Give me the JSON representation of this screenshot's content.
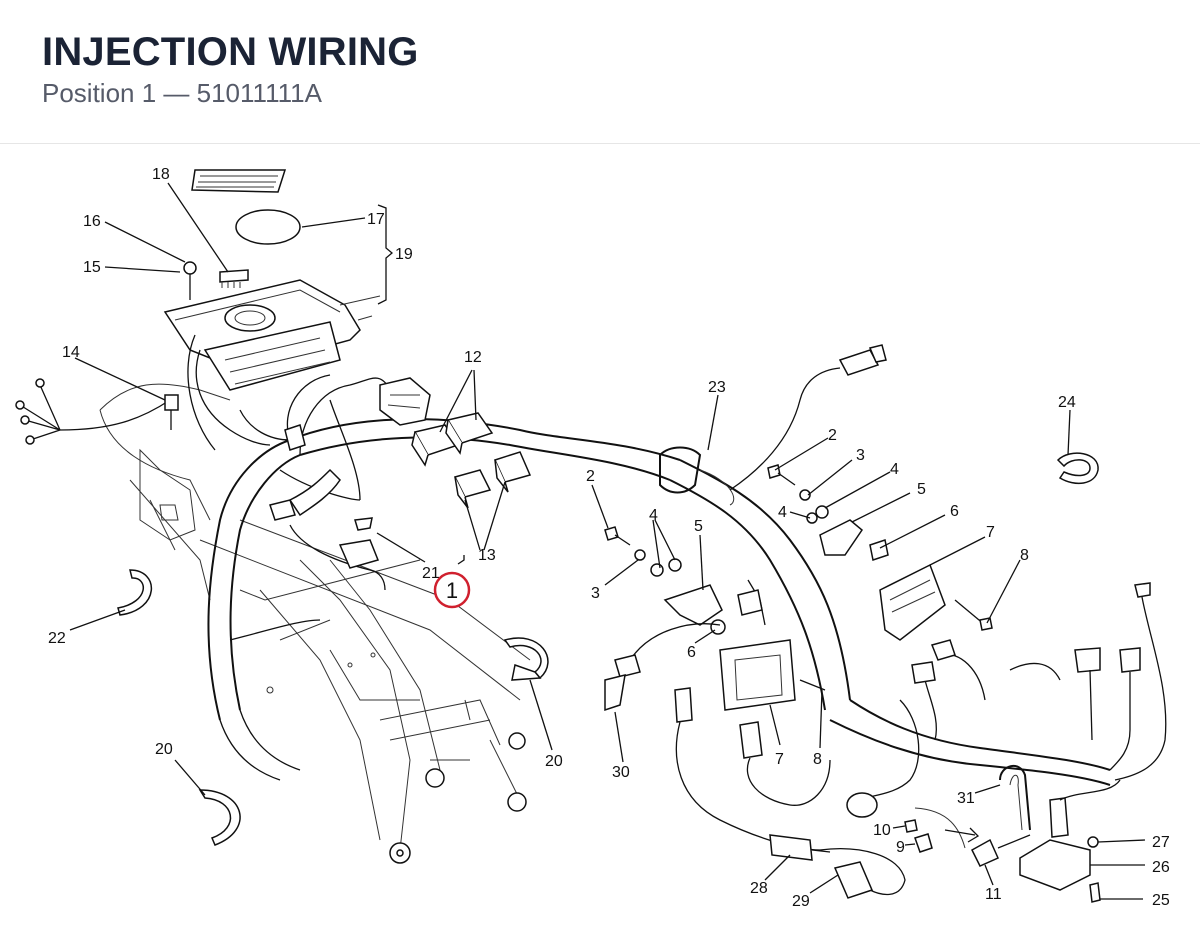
{
  "header": {
    "title": "INJECTION WIRING",
    "subtitle": "Position 1 — 51011111A"
  },
  "highlight": {
    "label": "1",
    "color": "#d0202e"
  },
  "callouts": {
    "c2a": "2",
    "c2b": "2",
    "c3a": "3",
    "c3b": "3",
    "c4a": "4",
    "c4b": "4",
    "c4c": "4",
    "c5a": "5",
    "c5b": "5",
    "c6a": "6",
    "c6b": "6",
    "c7a": "7",
    "c7b": "7",
    "c8a": "8",
    "c8b": "8",
    "c9": "9",
    "c10": "10",
    "c11": "11",
    "c12": "12",
    "c13": "13",
    "c14": "14",
    "c15": "15",
    "c16": "16",
    "c17": "17",
    "c18": "18",
    "c19": "19",
    "c20a": "20",
    "c20b": "20",
    "c21": "21",
    "c22": "22",
    "c23": "23",
    "c24": "24",
    "c25": "25",
    "c26": "26",
    "c27": "27",
    "c28": "28",
    "c29": "29",
    "c30": "30",
    "c31": "31"
  },
  "icons": {
    "diagram": "exploded-parts-diagram",
    "highlight": "selected-position-circle"
  }
}
